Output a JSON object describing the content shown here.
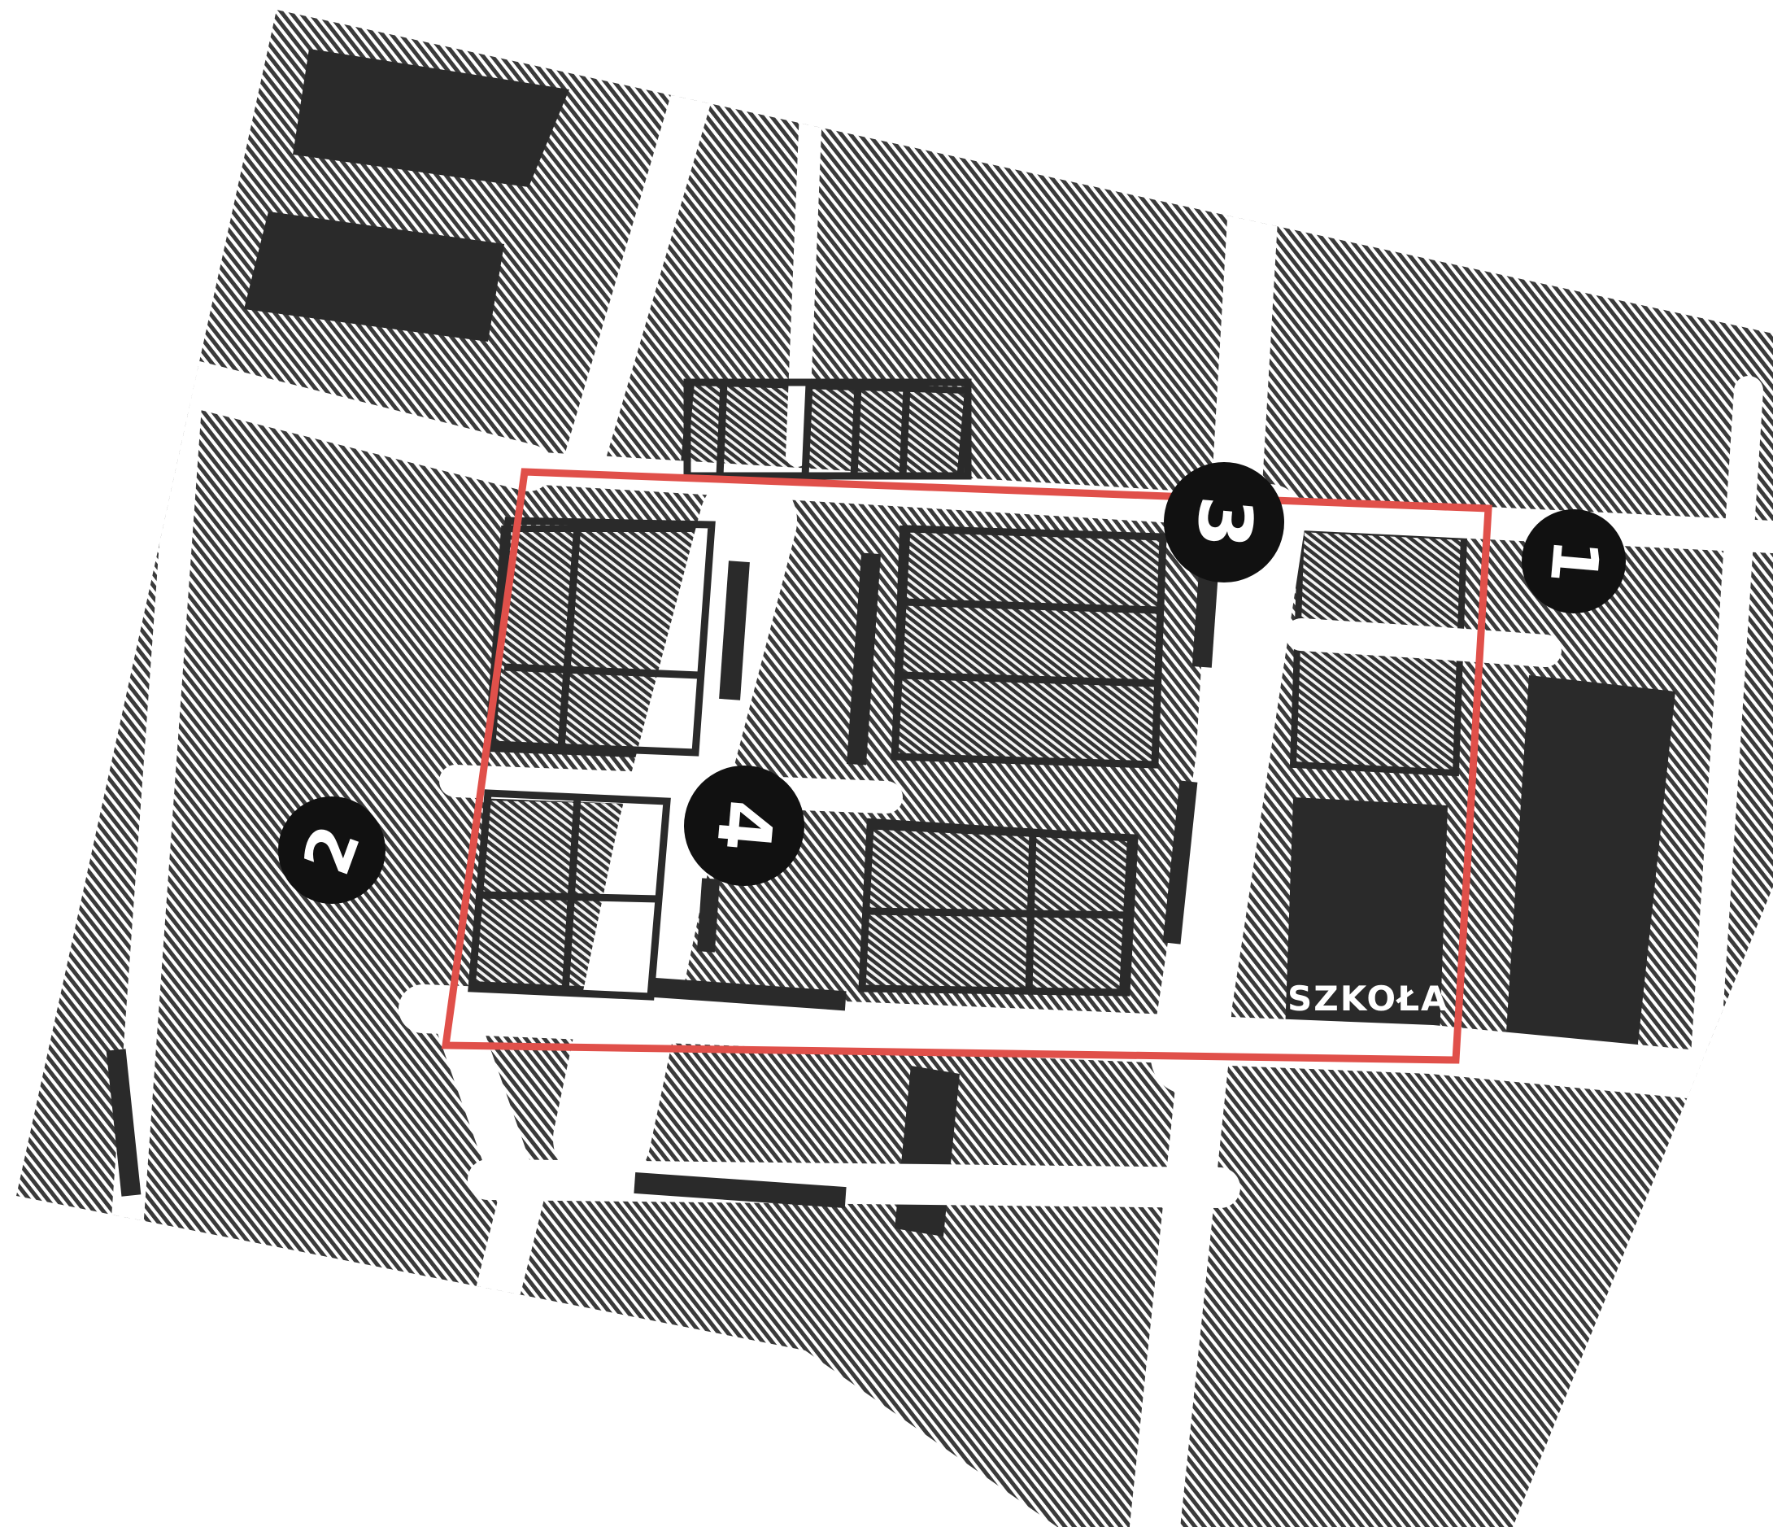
{
  "map": {
    "markers": [
      {
        "id": "marker-1",
        "label": "1"
      },
      {
        "id": "marker-2",
        "label": "2"
      },
      {
        "id": "marker-3",
        "label": "3"
      },
      {
        "id": "marker-4",
        "label": "4"
      }
    ],
    "school_label": "SZKOŁA",
    "colors": {
      "paper": "#ffffff",
      "ink": "#3c3c3c",
      "ink_dark": "#262626",
      "highlight": "#e0504a",
      "marker_fill": "#111111",
      "marker_text": "#ffffff"
    }
  }
}
